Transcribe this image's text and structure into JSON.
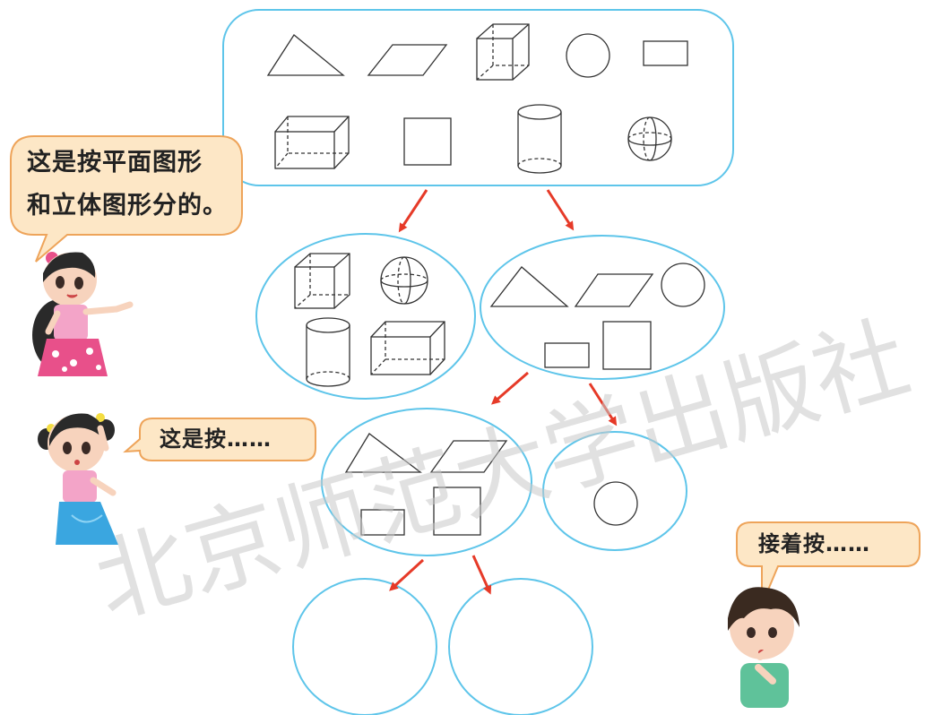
{
  "bubbles": {
    "girl1_line1": "这是按平面图形",
    "girl1_line2": "和立体图形分的。",
    "girl2": "这是按……",
    "boy": "接着按……"
  },
  "watermark": "北京师范大学出版社",
  "colors": {
    "oval_stroke": "#5ec5ea",
    "arrow": "#e63a28",
    "bubble_fill": "#fde7c6",
    "bubble_stroke": "#eea45a",
    "shape_stroke": "#333333",
    "watermark": "#c9c9c9"
  },
  "shapes": {
    "top_group": [
      "triangle",
      "parallelogram",
      "cube",
      "circle",
      "rectangle",
      "cuboid",
      "square",
      "cylinder",
      "sphere"
    ],
    "solid_group": [
      "cube",
      "sphere",
      "cylinder",
      "cuboid"
    ],
    "flat_group": [
      "triangle",
      "parallelogram",
      "circle",
      "rectangle",
      "square"
    ],
    "straight_edge_group": [
      "triangle",
      "parallelogram",
      "rectangle",
      "square"
    ],
    "curved_group": [
      "circle"
    ],
    "empty_groups": 2
  },
  "characters": [
    "girl-pink-dress",
    "girl-blue-skirt",
    "boy-green-shirt"
  ]
}
